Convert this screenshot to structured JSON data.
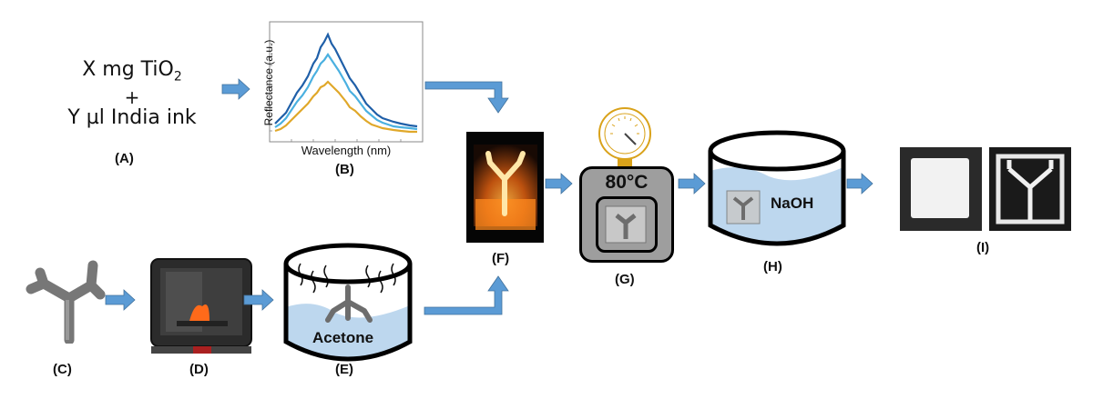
{
  "formula": {
    "line1": "X mg TiO",
    "line1_sub": "2",
    "plus": "+",
    "line2": "Y µl India ink"
  },
  "graph": {
    "ylabel": "Reflectance (a.u.)",
    "xlabel": "Wavelength (nm)"
  },
  "beaker_e": {
    "liquid_label": "Acetone"
  },
  "oven": {
    "temperature": "80°C"
  },
  "beaker_h": {
    "liquid_label": "NaOH"
  },
  "labels": {
    "a": "(A)",
    "b": "(B)",
    "c": "(C)",
    "d": "(D)",
    "e": "(E)",
    "f": "(F)",
    "g": "(G)",
    "h": "(H)",
    "i": "(I)"
  },
  "colors": {
    "arrow": "#5b9bd5",
    "liquid": "#bdd7ee",
    "spectrum_dark": "#1f5fa8",
    "spectrum_light": "#4ab0e0",
    "spectrum_gold": "#e0a82a"
  }
}
